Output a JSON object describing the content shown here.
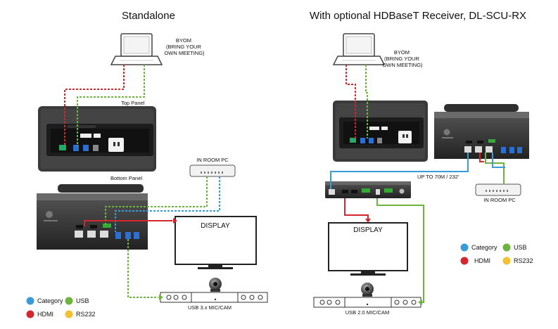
{
  "left": {
    "title": "Standalone",
    "byom": [
      "BYOM",
      "(BRING YOUR",
      "OWN MEETING)"
    ],
    "top_panel_label": "Top Panel",
    "bottom_panel_label": "Bottom Panel",
    "pc_label": "IN ROOM PC",
    "display_label": "DISPLAY",
    "miccam_label": "USB 3.x MIC/CAM",
    "legend": {
      "category": "Category",
      "usb": "USB",
      "hdmi": "HDMI",
      "rs232": "RS232"
    }
  },
  "right": {
    "title": "With optional HDBaseT Receiver, DL-SCU-RX",
    "byom": [
      "BYOM",
      "(BRING YOUR",
      "OWN MEETING)"
    ],
    "distance_label": "UP TO 70M / 232'",
    "pc_label": "IN ROOM PC",
    "display_label": "DISPLAY",
    "miccam_label": "USB 2.0 MIC/CAM",
    "legend": {
      "category": "Category",
      "usb": "USB",
      "hdmi": "HDMI",
      "rs232": "RS232"
    }
  },
  "colors": {
    "category": "#3a9bd9",
    "usb": "#6db43f",
    "hdmi": "#d4272d",
    "rs232": "#f3c230",
    "device": "#2b2b2b",
    "panel": "#3c3c3c"
  }
}
